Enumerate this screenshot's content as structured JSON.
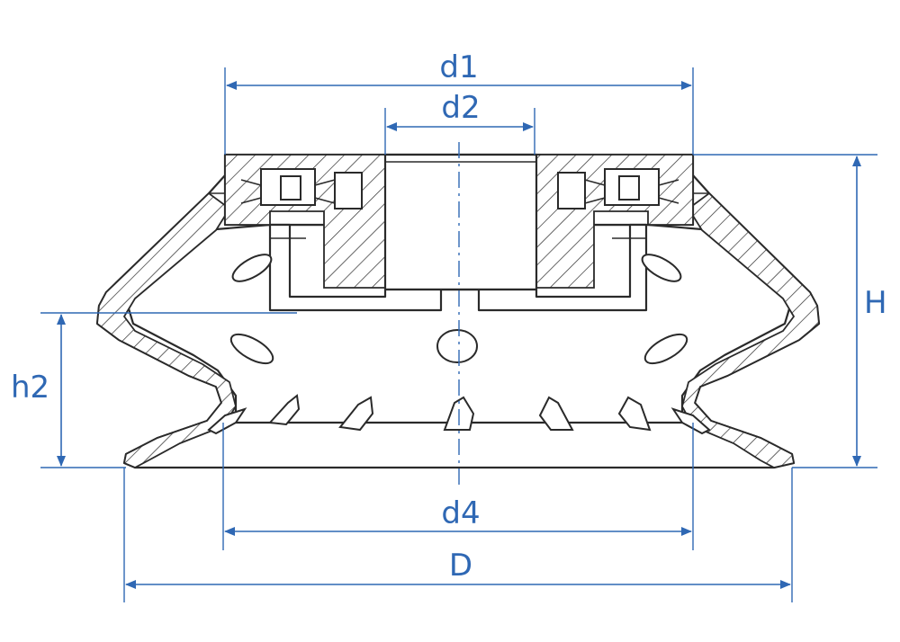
{
  "labels": {
    "d1": "d1",
    "d2": "d2",
    "d4": "d4",
    "D": "D",
    "H": "H",
    "h2": "h2"
  },
  "colors": {
    "dimension": "#2f68b4",
    "outline": "#2a2a2a",
    "background": "#ffffff"
  }
}
